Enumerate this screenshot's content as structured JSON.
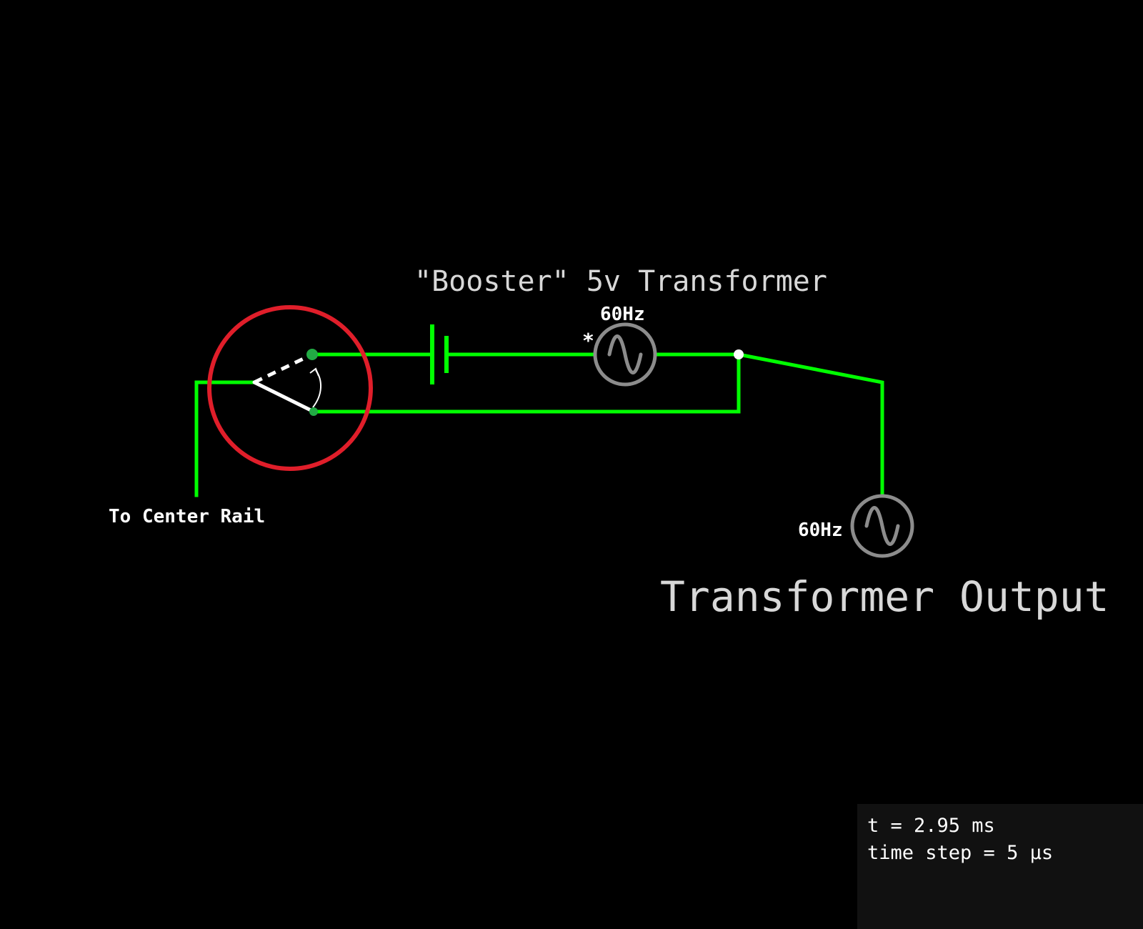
{
  "diagram": {
    "title": "\"Booster\" 5v Transformer",
    "source_top": {
      "freq_label": "60Hz",
      "polarity_mark": "*"
    },
    "source_output": {
      "freq_label": "60Hz"
    },
    "output_label": "Transformer Output",
    "rail_label": "To Center Rail"
  },
  "colors": {
    "background": "#000000",
    "wire": "#00ff00",
    "highlight_ring": "#e01e2a",
    "source_ring": "#8c8c8c",
    "switch_blade": "#ffffff",
    "terminal": "#22aa44",
    "text": "#d8d8d8"
  },
  "status": {
    "time": "t = 2.95 ms",
    "time_step": "time step = 5 µs"
  }
}
